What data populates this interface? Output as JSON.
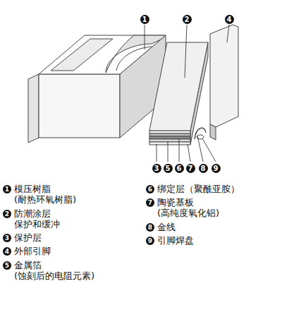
{
  "diagram": {
    "labels": [
      "1",
      "2",
      "4",
      "3",
      "5",
      "6",
      "7",
      "8",
      "9",
      "1",
      "模压树脂 (耐热环氧树脂)",
      "2",
      "防潮涂层 保护和缓冲",
      "3",
      "保护层",
      "4",
      "外部引脚",
      "5",
      "金属箔 (蚀刻后的电阻元素)",
      "6",
      "绑定层（聚酰亚胺）",
      "7",
      "陶瓷基板 (高纯度氧化铝)",
      "8",
      "金线",
      "9",
      "引脚焊盘"
    ]
  }
}
